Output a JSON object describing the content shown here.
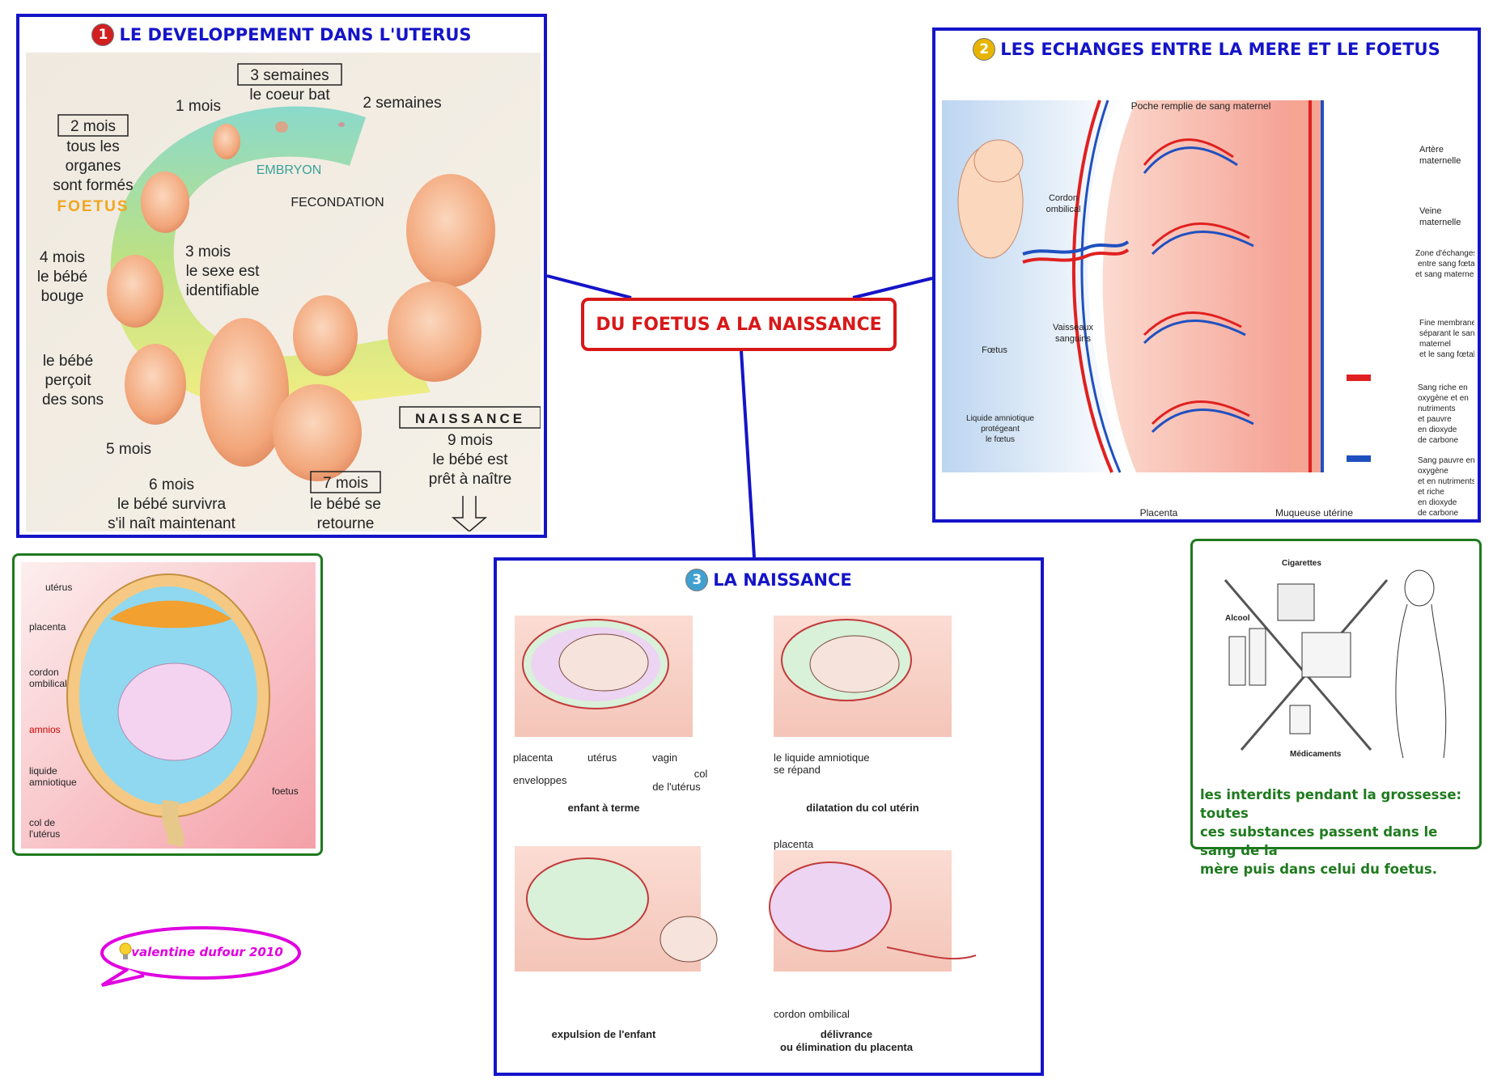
{
  "central_topic": "DU FOETUS A LA NAISSANCE",
  "colors": {
    "branch_border": "#1414c8",
    "central_border": "#d81818",
    "note_border": "#1e7a1e",
    "bubble_border": "#e000e0",
    "oxygen_rich_blood": "#e02020",
    "oxygen_poor_blood": "#2050c0"
  },
  "node1": {
    "number": "1",
    "badge_color": "#d02020",
    "title": "LE DEVELOPPEMENT DANS L'UTERUS",
    "labels": {
      "three_weeks": "3 semaines",
      "heart": "le coeur bat",
      "one_month": "1 mois",
      "two_weeks": "2 semaines",
      "two_months": "2 mois",
      "organs": [
        "tous les",
        "organes",
        "sont formés"
      ],
      "foetus": "FOETUS",
      "embryon": "EMBRYON",
      "fecondation": "FECONDATION",
      "three_months": "3 mois",
      "sex": [
        "le sexe est",
        "identifiable"
      ],
      "four_months": "4 mois",
      "moves": [
        "le bébé",
        "bouge"
      ],
      "sounds": [
        "le bébé",
        "perçoit",
        "des sons"
      ],
      "five_months": "5 mois",
      "six_months": "6 mois",
      "survive": [
        "le bébé survivra",
        "s'il naît maintenant"
      ],
      "seven_months": "7 mois",
      "turns": [
        "le bébé se",
        "retourne"
      ],
      "naissance": "NAISSANCE",
      "nine_months": [
        "9 mois",
        "le bébé est",
        "prêt à naître"
      ]
    }
  },
  "node2": {
    "number": "2",
    "badge_color": "#e8b400",
    "title": "LES ECHANGES ENTRE LA MERE ET LE FOETUS",
    "labels": {
      "poche": "Poche remplie de sang maternel",
      "cordon": [
        "Cordon",
        "ombilical"
      ],
      "artere": [
        "Artère",
        "maternelle"
      ],
      "veine": [
        "Veine",
        "maternelle"
      ],
      "zone": [
        "Zone d'échanges",
        "entre sang fœtal",
        "et sang maternel"
      ],
      "membrane": [
        "Fine membrane",
        "séparant le sang",
        "maternel",
        "et le sang fœtal"
      ],
      "vaisseaux": [
        "Vaisseaux",
        "sanguins"
      ],
      "foetus": "Fœtus",
      "liquide": [
        "Liquide amniotique",
        "protégeant",
        "le fœtus"
      ],
      "placenta": "Placenta",
      "muqueuse": "Muqueuse utérine",
      "legend_red": [
        "Sang riche en",
        "oxygène et en",
        "nutriments",
        "et pauvre",
        "en dioxyde",
        "de carbone"
      ],
      "legend_blue": [
        "Sang pauvre en",
        "oxygène",
        "et en nutriments",
        "et riche",
        "en dioxyde",
        "de carbone"
      ]
    }
  },
  "node3": {
    "number": "3",
    "badge_color": "#40a0d0",
    "title": "LA NAISSANCE",
    "labels": {
      "placenta": "placenta",
      "uterus": "utérus",
      "vagin": "vagin",
      "enveloppes": "enveloppes",
      "col": [
        "col",
        "de l'utérus"
      ],
      "caption1": "enfant à terme",
      "liquide": [
        "le liquide amniotique",
        "se répand"
      ],
      "caption2": "dilatation du col utérin",
      "caption3": "expulsion de l'enfant",
      "placenta2": "placenta",
      "cordon": "cordon ombilical",
      "caption4": [
        "délivrance",
        "ou élimination du placenta"
      ]
    }
  },
  "uterus_diagram": {
    "labels": {
      "uterus": "utérus",
      "placenta": "placenta",
      "cordon": [
        "cordon",
        "ombilical"
      ],
      "amnios": "amnios",
      "liquide": [
        "liquide",
        "amniotique"
      ],
      "foetus": "foetus",
      "col": [
        "col de",
        "l'utérus"
      ]
    }
  },
  "interdits": {
    "labels": {
      "cigarettes": "Cigarettes",
      "alcool": "Alcool",
      "medicaments": "Médicaments"
    },
    "text": [
      "les interdits pendant la grossesse: toutes",
      "ces substances passent dans le sang de la",
      "mère puis dans celui du foetus."
    ]
  },
  "signature": "valentine dufour 2010"
}
